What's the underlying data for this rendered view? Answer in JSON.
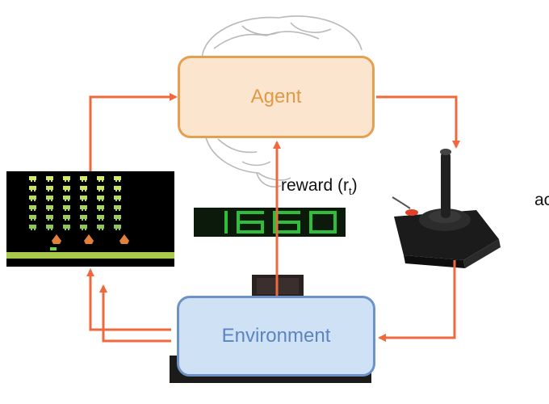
{
  "nodes": {
    "agent": "Agent",
    "environment": "Environment"
  },
  "edges": {
    "reward_label": "reward (r",
    "reward_sub": "t",
    "reward_close": ")",
    "action_cut": "ac"
  },
  "score": "1660",
  "colors": {
    "arrow": "#ee6a3e",
    "agent_fill": "#fbe5cf",
    "agent_border": "#e4a04f",
    "env_fill": "#cfe1f5",
    "env_border": "#6d92c6",
    "score_green": "#2fbe3a"
  },
  "images": [
    "brain-image",
    "space-invaders-screen",
    "joystick-image",
    "score-display",
    "game-cartridge"
  ]
}
